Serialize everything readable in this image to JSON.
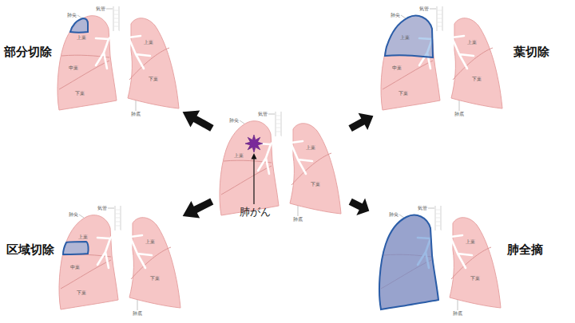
{
  "diagram": {
    "nodes": [
      {
        "text": [
          "部分切除"
        ]
      },
      {
        "text": [
          "葉切除"
        ]
      },
      {
        "text": [
          "肺がん"
        ]
      },
      {
        "text": [
          "区域切除"
        ]
      },
      {
        "text": [
          "肺全摘"
        ]
      }
    ],
    "edges": [
      {
        "from": 2,
        "to": 0,
        "arrow": "to"
      },
      {
        "from": 2,
        "to": 1,
        "arrow": "to"
      },
      {
        "from": 2,
        "to": 3,
        "arrow": "to"
      },
      {
        "from": 2,
        "to": 4,
        "arrow": "to"
      }
    ],
    "labels": [
      "気管",
      "肺尖",
      "上葉",
      "中葉",
      "下葉",
      "上葉",
      "下葉",
      "肺底",
      "気管",
      "肺尖",
      "上葉",
      "中葉",
      "下葉",
      "上葉",
      "下葉",
      "肺底",
      "気管",
      "肺尖",
      "上葉",
      "上葉",
      "下葉",
      "肺底",
      "気管",
      "肺尖",
      "上葉",
      "中葉",
      "下葉",
      "上葉",
      "下葉",
      "肺底",
      "気管",
      "肺尖",
      "上葉",
      "下葉",
      "肺底"
    ]
  }
}
